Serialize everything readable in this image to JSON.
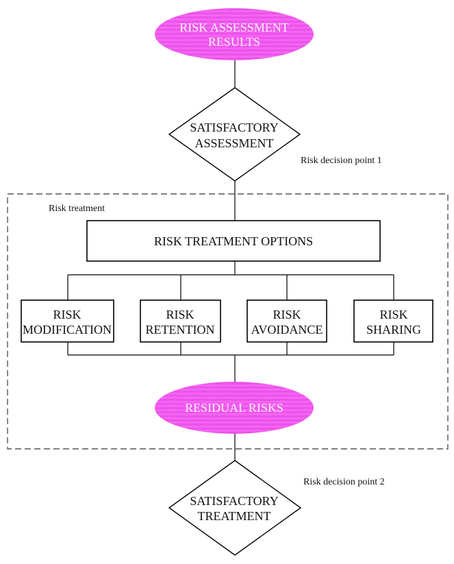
{
  "colors": {
    "oval_fill": "#f25cf0",
    "oval_stripe": "#e64be4",
    "oval_text": "#ffffff",
    "line": "#000000",
    "dash_border": "#555555"
  },
  "nodes": {
    "risk_assessment_results": {
      "line1": "RISK ASSESSMENT",
      "line2": "RESULTS"
    },
    "satisfactory_assessment": {
      "line1": "SATISFACTORY",
      "line2": "ASSESSMENT"
    },
    "risk_treatment_options": {
      "label": "RISK TREATMENT OPTIONS"
    },
    "risk_modification": {
      "line1": "RISK",
      "line2": "MODIFICATION"
    },
    "risk_retention": {
      "line1": "RISK",
      "line2": "RETENTION"
    },
    "risk_avoidance": {
      "line1": "RISK",
      "line2": "AVOIDANCE"
    },
    "risk_sharing": {
      "line1": "RISK",
      "line2": "SHARING"
    },
    "residual_risks": {
      "label": "RESIDUAL RISKS"
    },
    "satisfactory_treatment": {
      "line1": "SATISFACTORY",
      "line2": "TREATMENT"
    }
  },
  "annotations": {
    "decision_point_1": "Risk decision point 1",
    "risk_treatment": "Risk treatment",
    "decision_point_2": "Risk decision point 2"
  }
}
